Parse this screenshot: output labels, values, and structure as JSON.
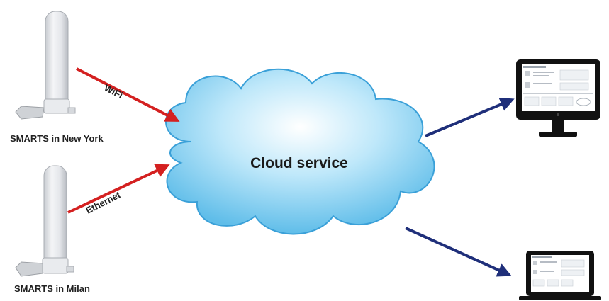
{
  "devices": [
    {
      "label": "SMARTS in New York",
      "connection": "WiFi"
    },
    {
      "label": "SMARTS in Milan",
      "connection": "Ethernet"
    }
  ],
  "cloud": {
    "label": "Cloud service"
  },
  "clients": [
    {
      "icon": "desktop-monitor-icon"
    },
    {
      "icon": "laptop-icon"
    }
  ],
  "colors": {
    "device_arrow": "#d42020",
    "client_arrow": "#1f2f7a",
    "cloud_fill": "#8fd3f0",
    "cloud_stroke": "#3aa0d8"
  }
}
